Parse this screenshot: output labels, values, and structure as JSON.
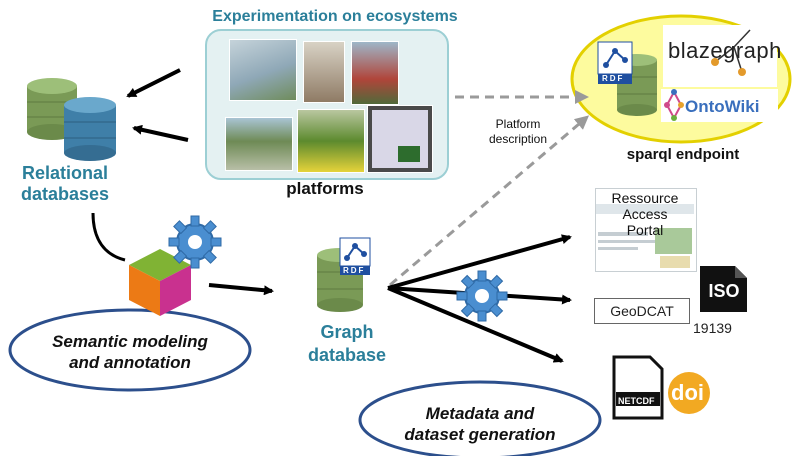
{
  "top_title": "Experimentation on ecosystems",
  "platforms_label": "platforms",
  "relational_label": "Relational\ndatabases",
  "graph_label": "Graph\ndatabase",
  "semantic_label": "Semantic modeling\nand annotation",
  "metadata_label": "Metadata and\ndataset generation",
  "platform_description": "Platform\ndescription",
  "sparql_label": "sparql endpoint",
  "blazegraph": "blazegraph",
  "ontowiki": "OntoWiki",
  "rdf_badge": "RDF",
  "portal_label": "Ressource\nAccess\nPortal",
  "geodcat": "GeoDCAT",
  "iso_text": "ISO",
  "iso_number": "19139",
  "netcdf": "NETCDF",
  "doi": "doi",
  "colors": {
    "accent": "#2b7f9a",
    "ellipse_border": "#2c4f8c",
    "sparql_fill": "#fdfb9e",
    "sparql_border": "#e3d000",
    "db_green": "#7a9a56",
    "db_blue": "#3f7fa8"
  }
}
